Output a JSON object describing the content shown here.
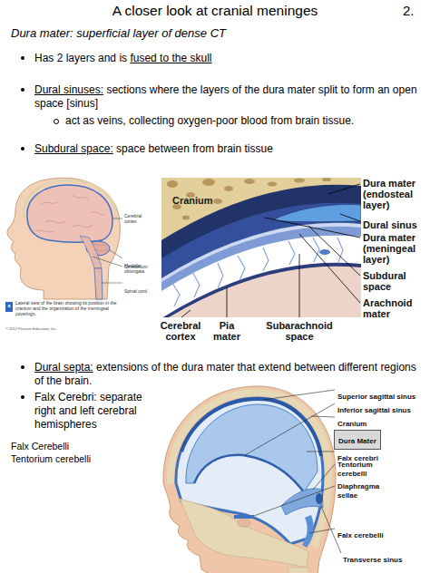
{
  "diagram": {
    "title": "A closer look at cranial meninges",
    "nodes": [
      {
        "text": [
          "a"
        ]
      },
      {
        "text": [
          "Dura Mater"
        ]
      }
    ],
    "labels": [
      "2.",
      "Dura mater: superficial layer of dense CT",
      "Has 2 layers and is",
      "fused to the skull",
      "Dural sinuses:",
      "sections where the layers of the dura mater split to form an open space [sinus]",
      "act as veins, collecting oxygen-poor blood from brain tissue.",
      "Subdural space:",
      "space between from brain tissue",
      "Cerebral cortex",
      "Cerebellum",
      "Medulla oblongata",
      "Spinal cord",
      "Lateral view of the brain showing its position in the cranium and the organization of the meningeal coverings.",
      "© 2012 Pearson Education, Inc.",
      "Cranium",
      "Dura mater (endosteal layer)",
      "Dural sinus",
      "Dura mater (meningeal layer)",
      "Subdural space",
      "Arachnoid mater",
      "Cerebral cortex",
      "Pia mater",
      "Subarachnoid space",
      "Dural septa:",
      "extensions of the dura mater that extend between different regions of the brain.",
      "Falx Cerebri: separate right and left cerebral hemispheres",
      "Falx Cerebelli",
      "Tentorium cerebelli",
      "Superior sagittal sinus",
      "Inferior sagittal sinus",
      "Cranium",
      "Falx cerebri",
      "Tentorium cerebelli",
      "Diaphragma sellae",
      "Falx cerebelli",
      "Transverse sinus"
    ]
  }
}
